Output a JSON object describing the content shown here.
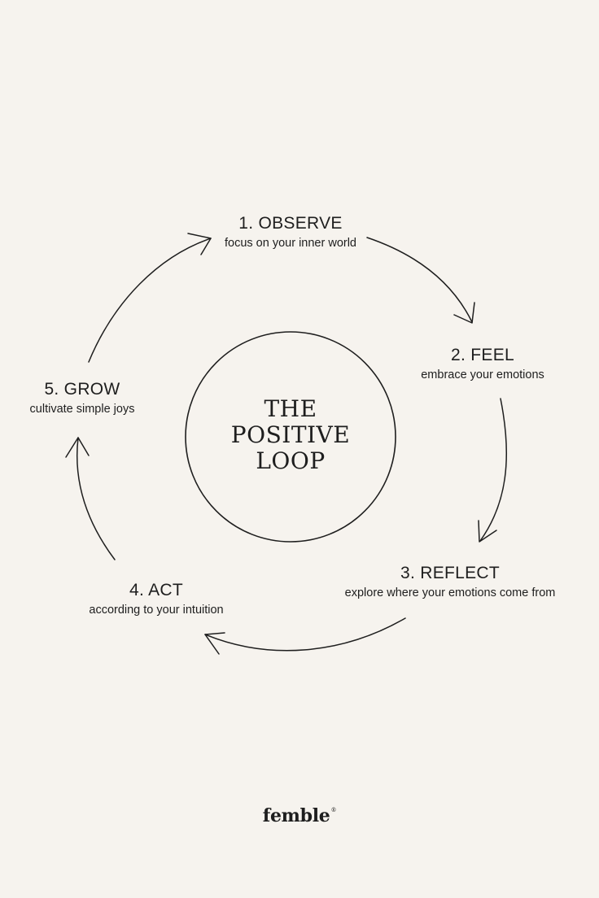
{
  "center": {
    "line1": "THE",
    "line2": "POSITIVE",
    "line3": "LOOP"
  },
  "steps": [
    {
      "title": "1.  OBSERVE",
      "subtitle": "focus on your inner world"
    },
    {
      "title": "2. FEEL",
      "subtitle": "embrace your emotions"
    },
    {
      "title": "3. REFLECT",
      "subtitle": "explore where your emotions come from"
    },
    {
      "title": "4. ACT",
      "subtitle": "according to your intuition"
    },
    {
      "title": "5. GROW",
      "subtitle": "cultivate simple joys"
    }
  ],
  "brand": {
    "name": "femble",
    "mark": "®"
  },
  "colors": {
    "background": "#f6f3ee",
    "ink": "#1e1e1e"
  }
}
